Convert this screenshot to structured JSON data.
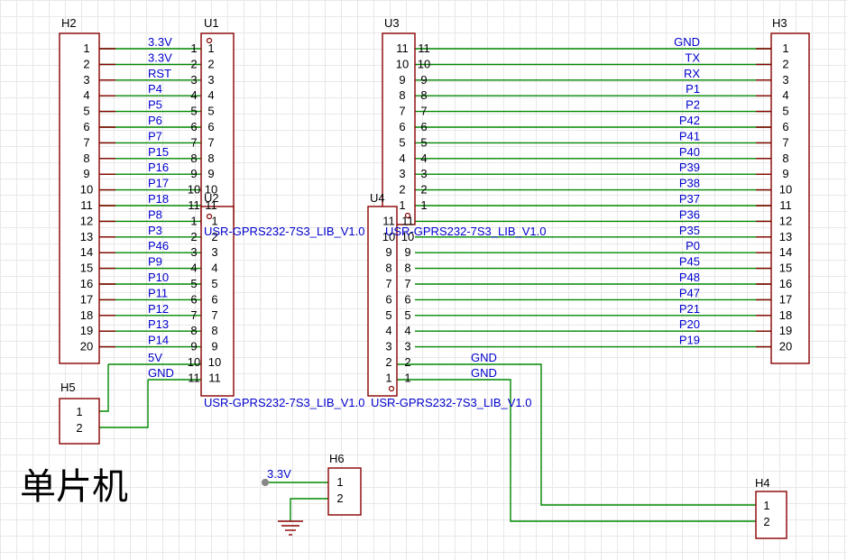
{
  "colors": {
    "body": "#880000",
    "wire": "#008800",
    "pinline": "#880000",
    "net": "#0000cc",
    "text": "#000000",
    "grid": "#e8e8e8"
  },
  "title": "单片机",
  "lib_name": "USR-GPRS232-7S3_LIB_V1.0",
  "h2": {
    "designator": "H2",
    "pins": [
      "1",
      "2",
      "3",
      "4",
      "5",
      "6",
      "7",
      "8",
      "9",
      "10",
      "11",
      "12",
      "13",
      "14",
      "15",
      "16",
      "17",
      "18",
      "19",
      "20"
    ]
  },
  "h3": {
    "designator": "H3",
    "pins": [
      "1",
      "2",
      "3",
      "4",
      "5",
      "6",
      "7",
      "8",
      "9",
      "10",
      "11",
      "12",
      "13",
      "14",
      "15",
      "16",
      "17",
      "18",
      "19",
      "20"
    ]
  },
  "u1": {
    "designator": "U1",
    "pins": [
      "1",
      "2",
      "3",
      "4",
      "5",
      "6",
      "7",
      "8",
      "9",
      "10",
      "11"
    ]
  },
  "u2": {
    "designator": "U2",
    "pins": [
      "1",
      "2",
      "3",
      "4",
      "5",
      "6",
      "7",
      "8",
      "9",
      "10",
      "11"
    ]
  },
  "u3": {
    "designator": "U3",
    "pins": [
      "11",
      "10",
      "9",
      "8",
      "7",
      "6",
      "5",
      "4",
      "3",
      "2",
      "1"
    ]
  },
  "u4": {
    "designator": "U4",
    "pins": [
      "11",
      "10",
      "9",
      "8",
      "7",
      "6",
      "5",
      "4",
      "3",
      "2",
      "1"
    ]
  },
  "left_nets": [
    "3.3V",
    "3.3V",
    "RST",
    "P4",
    "P5",
    "P6",
    "P7",
    "P15",
    "P16",
    "P17",
    "P18",
    "P8",
    "P3",
    "P46",
    "P9",
    "P10",
    "P11",
    "P12",
    "P13",
    "P14",
    "5V",
    "GND"
  ],
  "right_nets": [
    "GND",
    "TX",
    "RX",
    "P1",
    "P2",
    "P42",
    "P41",
    "P40",
    "P39",
    "P38",
    "P37",
    "P36",
    "P35",
    "P0",
    "P45",
    "P48",
    "P47",
    "P21",
    "P20",
    "P19"
  ],
  "u4_gnd_nets": [
    "GND",
    "GND"
  ],
  "h5": {
    "designator": "H5",
    "pins": [
      "1",
      "2"
    ]
  },
  "h6": {
    "designator": "H6",
    "pins": [
      "1",
      "2"
    ],
    "net": "3.3V"
  },
  "h4": {
    "designator": "H4",
    "pins": [
      "1",
      "2"
    ]
  }
}
